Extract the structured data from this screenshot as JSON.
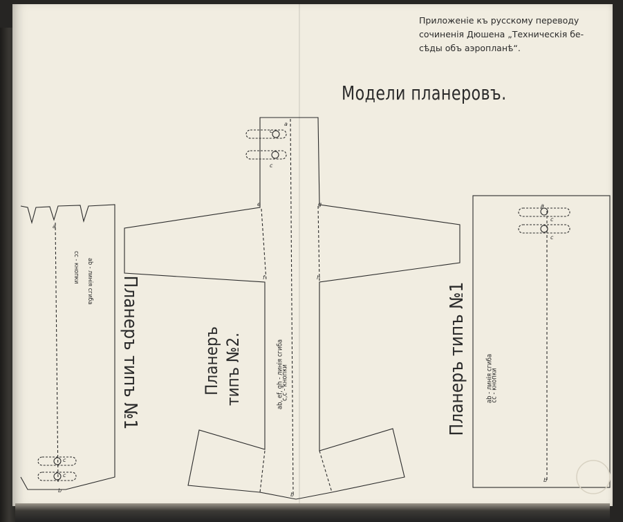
{
  "caption": {
    "line1": "Приложеніе къ русскому переводу",
    "line2": "сочиненія Дюшена „Техническія бе-",
    "line3": "сѣды объ аэропланѣ“."
  },
  "title": "Модели планеровъ.",
  "left_model": {
    "title": "Планеръ типъ №1",
    "legend_fold": "ab - линія сгиба",
    "legend_pins": "cc - кнопки",
    "point_a": "a",
    "point_b": "b",
    "point_c": "c"
  },
  "center_model": {
    "title_line1": "Планеръ",
    "title_line2": "типъ №2.",
    "legend_fold": "ab, ef, gh - линія сгиба",
    "legend_pins": "c,c - кнопки",
    "point_a": "a",
    "point_b": "b",
    "point_c": "c",
    "point_e": "e",
    "point_f": "f",
    "point_g": "g",
    "point_h": "h"
  },
  "right_model": {
    "title": "Планеръ типъ №1",
    "legend_fold": "ab - линія сгиба",
    "legend_pins": "cc - кнопки",
    "point_a": "a",
    "point_b": "b",
    "point_c": "c"
  },
  "colors": {
    "paper": "#f1ede1",
    "ink": "#2a2a2a",
    "binding": "#262523"
  }
}
